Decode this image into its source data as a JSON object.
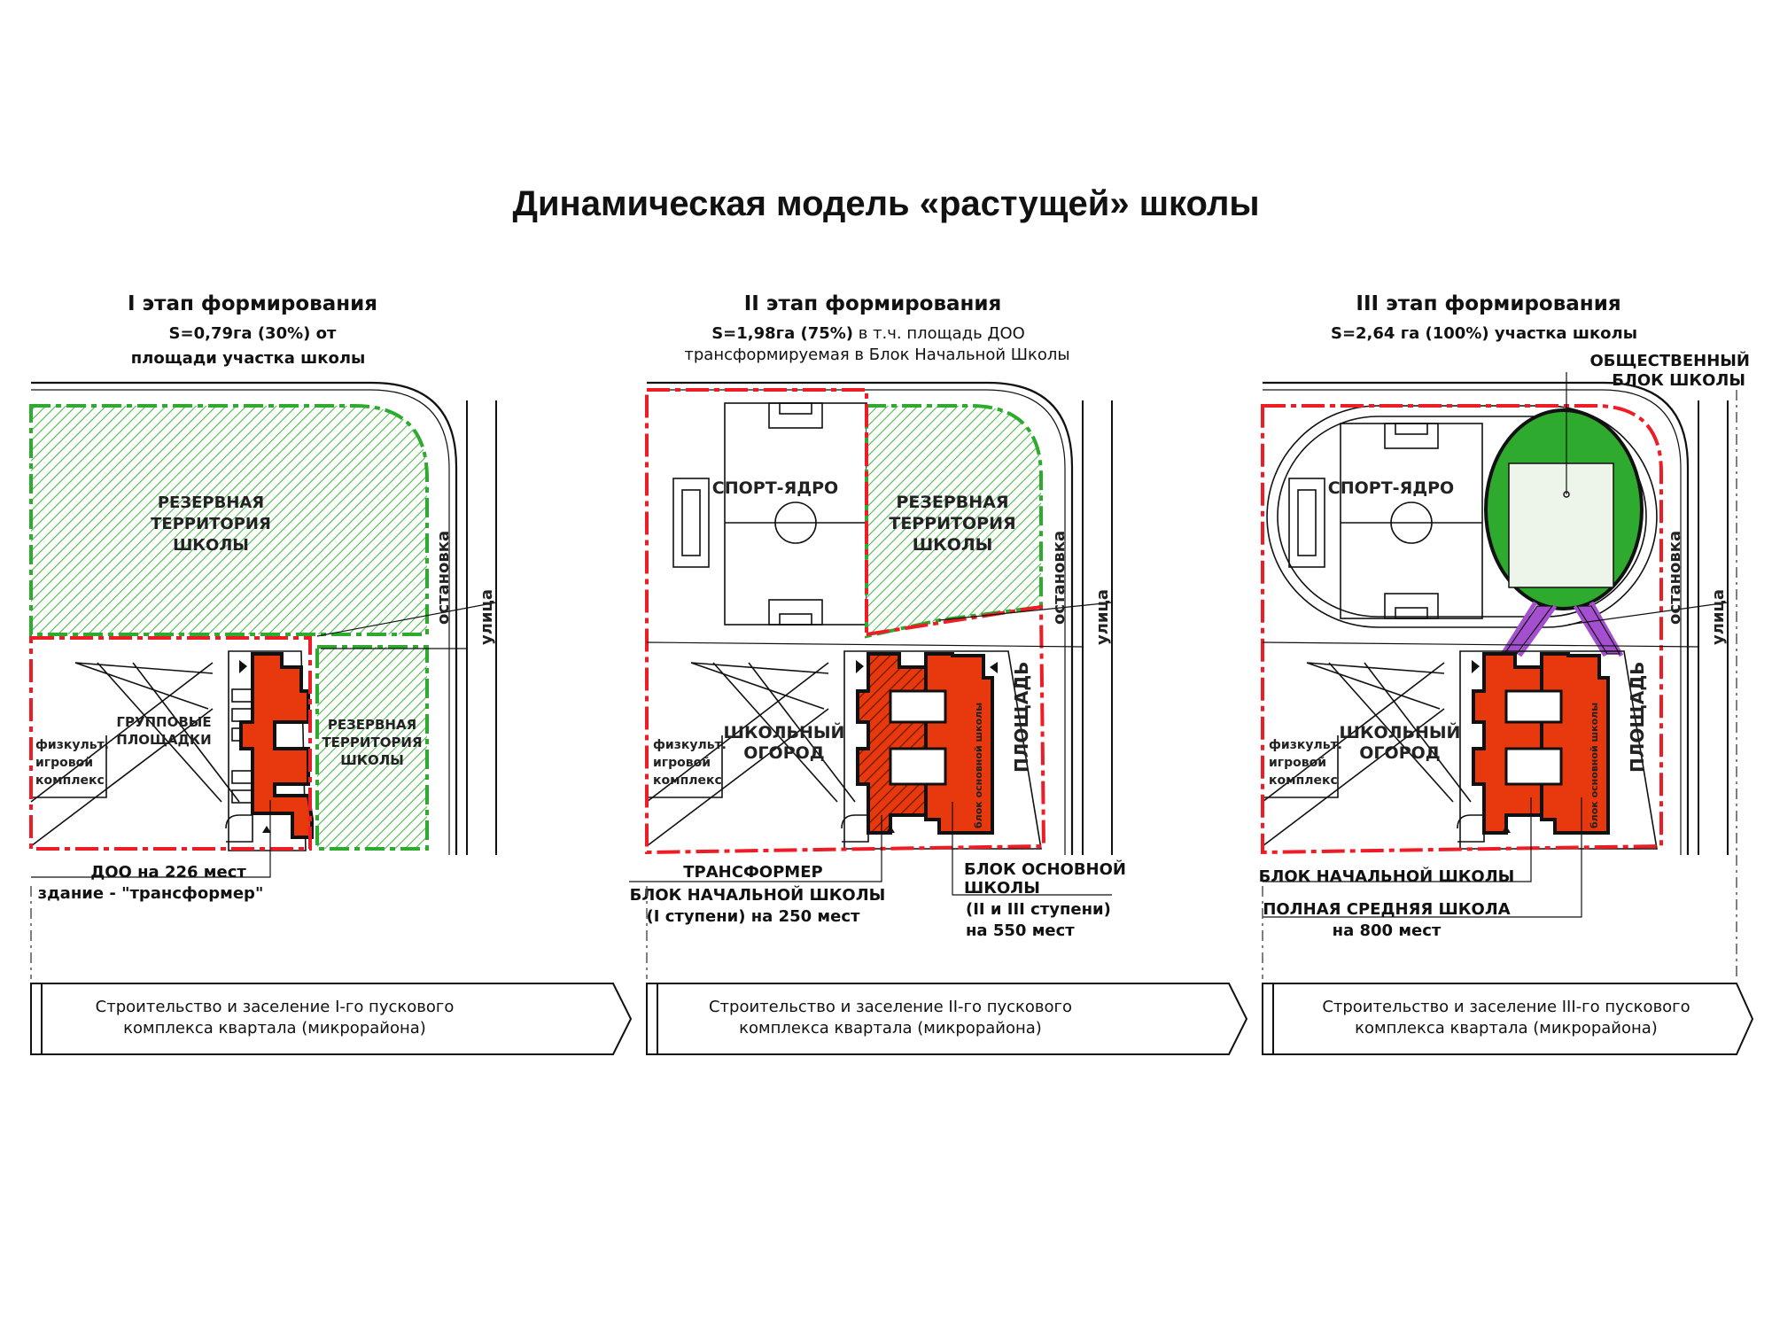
{
  "title": "Динамическая модель «растущей» школы",
  "colors": {
    "red_building": "#e8380d",
    "reserve_green": "#2eaa2e",
    "boundary_red": "#ee1c24",
    "purple_link": "#a44fd0"
  },
  "stages": [
    {
      "heading": "I этап формирования",
      "area_bold": "S=0,79га (30%)",
      "area_rest": " от",
      "area_line2": "площади участка школы",
      "labels": {
        "reserve_big_1": "РЕЗЕРВНАЯ",
        "reserve_big_2": "ТЕРРИТОРИЯ",
        "reserve_big_3": "ШКОЛЫ",
        "reserve_small_1": "РЕЗЕРВНАЯ",
        "reserve_small_2": "ТЕРРИТОРИЯ",
        "reserve_small_3": "ШКОЛЫ",
        "group_1": "ГРУППОВЫЕ",
        "group_2": "ПЛОЩАДКИ",
        "phys_1": "физкульт.",
        "phys_2": "игровой",
        "phys_3": "комплекс",
        "stop": "остановка",
        "street": "улица",
        "callout_1": "ДОО на 226 мест",
        "callout_2": "здание - \"трансформер\""
      },
      "timeline_1": "Строительство и заселение I-го пускового",
      "timeline_2": "комплекса квартала (микрорайона)"
    },
    {
      "heading": "II этап формирования",
      "area_bold": "S=1,98га (75%)",
      "area_rest": " в т.ч. площадь ДОО",
      "area_line2": "трансформируемая в Блок Начальной Школы",
      "labels": {
        "sport": "СПОРТ-ЯДРО",
        "reserve_1": "РЕЗЕРВНАЯ",
        "reserve_2": "ТЕРРИТОРИЯ",
        "reserve_3": "ШКОЛЫ",
        "garden_1": "ШКОЛЬНЫЙ",
        "garden_2": "ОГОРОД",
        "phys_1": "физкульт.",
        "phys_2": "игровой",
        "phys_3": "комплекс",
        "square": "ПЛОЩАДЬ",
        "stop": "остановка",
        "street": "улица",
        "main_block_vertical": "блок основной школы",
        "transformer": "ТРАНСФОРМЕР",
        "primary_1": "БЛОК НАЧАЛЬНОЙ ШКОЛЫ",
        "primary_2": "(I ступени) на 250 мест",
        "main_1": "БЛОК ОСНОВНОЙ",
        "main_2": "ШКОЛЫ",
        "main_3": "(II и III ступени)",
        "main_4": "на 550 мест"
      },
      "timeline_1": "Строительство и заселение II-го пускового",
      "timeline_2": "комплекса квартала (микрорайона)"
    },
    {
      "heading": "III этап формирования",
      "area_bold": "S=2,64 га (100%)",
      "area_rest": " участка школы",
      "labels": {
        "public_1": "ОБЩЕСТВЕННЫЙ",
        "public_2": "БЛОК ШКОЛЫ",
        "sport": "СПОРТ-ЯДРО",
        "garden_1": "ШКОЛЬНЫЙ",
        "garden_2": "ОГОРОД",
        "phys_1": "физкульт.",
        "phys_2": "игровой",
        "phys_3": "комплекс",
        "square": "ПЛОЩАДЬ",
        "stop": "остановка",
        "street": "улица",
        "main_block_vertical": "блок основной школы",
        "primary": "БЛОК НАЧАЛЬНОЙ ШКОЛЫ",
        "full_1": "ПОЛНАЯ СРЕДНЯЯ ШКОЛА",
        "full_2": "на 800 мест"
      },
      "timeline_1": "Строительство и заселение III-го пускового",
      "timeline_2": "комплекса квартала (микрорайона)"
    }
  ]
}
